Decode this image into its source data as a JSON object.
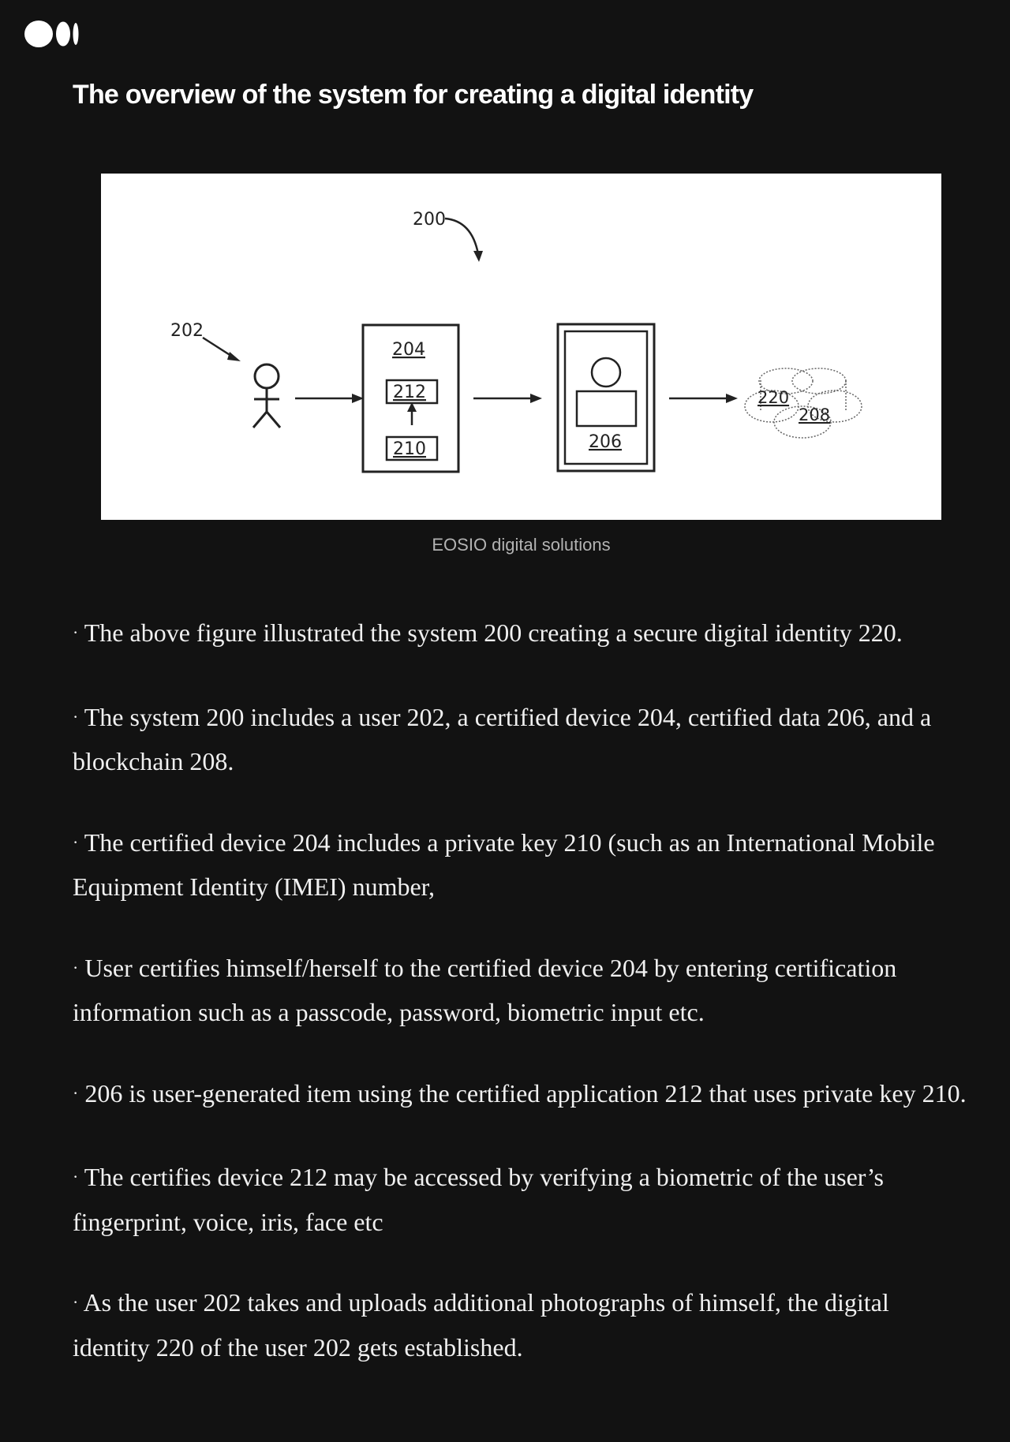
{
  "header": {
    "logo_icon": "medium-logo-icon",
    "title": "The overview of the system for creating a digital identity"
  },
  "figure": {
    "labels": {
      "system": "200",
      "user": "202",
      "device": "204",
      "app": "212",
      "key": "210",
      "data": "206",
      "identity": "220",
      "blockchain": "208"
    },
    "caption": "EOSIO digital solutions"
  },
  "paragraphs": [
    "The above figure illustrated the system 200 creating a secure digital identity 220.",
    "The system 200 includes a user 202, a certified device 204, certified data 206, and a blockchain 208.",
    "The certified device 204 includes a private key 210 (such as an International Mobile Equipment Identity (IMEI) number,",
    "User certifies himself/herself to the certified device 204 by entering certification information such as a passcode, password, biometric input etc.",
    "206 is user-generated item using the certified application 212 that uses private key 210.",
    "The certifies device 212 may be accessed by verifying a biometric of the user’s fingerprint, voice, iris, face etc",
    "As the user 202 takes and uploads additional photographs of himself, the digital identity 220 of the user 202 gets established."
  ],
  "bullet_char": "·",
  "colors": {
    "background": "#121212",
    "text": "#f0f0f0",
    "caption": "#b3b3b3"
  }
}
